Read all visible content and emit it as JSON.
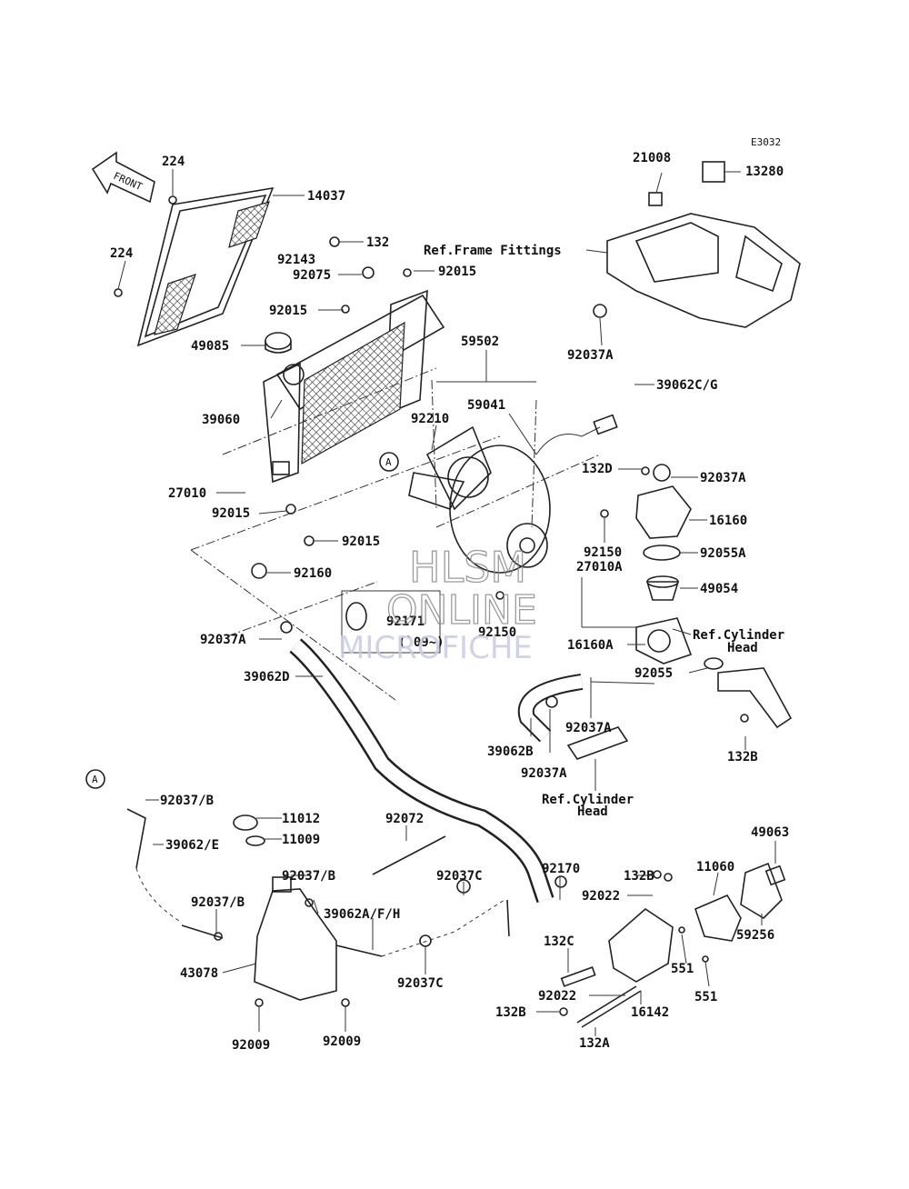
{
  "diagram_code": "E3032",
  "front_indicator": "FRONT",
  "watermark": {
    "line1": "HLSM",
    "line2": "ONLINE",
    "line3": "MICROFICHE"
  },
  "circle_ref": "A",
  "labels": {
    "p224a": "224",
    "p224b": "224",
    "p14037": "14037",
    "p132": "132",
    "p92143": "92143",
    "p92075": "92075",
    "p92015a": "92015",
    "p92015b": "92015",
    "p92015c": "92015",
    "p92015d": "92015",
    "p49085": "49085",
    "p39060": "39060",
    "p27010": "27010",
    "p92160": "92160",
    "p92171": "92171",
    "p92171_note": "(`09~)",
    "p92037A_1": "92037A",
    "p39062D": "39062D",
    "p59502": "59502",
    "p59041": "59041",
    "p92210": "92210",
    "p92150a": "92150",
    "p92150b": "92150",
    "p27010A": "27010A",
    "p21008": "21008",
    "p13280": "13280",
    "ref_frame": "Ref.Frame Fittings",
    "p92037A_2": "92037A",
    "p39062CG": "39062C/G",
    "p132D": "132D",
    "p92037A_3": "92037A",
    "p16160": "16160",
    "p92055A": "92055A",
    "p49054": "49054",
    "ref_cyl1a": "Ref.Cylinder",
    "ref_cyl1b": "Head",
    "p16160A": "16160A",
    "p92055": "92055",
    "p39062B": "39062B",
    "p92037A_4": "92037A",
    "p92037A_5": "92037A",
    "p132B_1": "132B",
    "ref_cyl2a": "Ref.Cylinder",
    "ref_cyl2b": "Head",
    "p92037B_1": "92037/B",
    "p39062E": "39062/E",
    "p11012": "11012",
    "p11009": "11009",
    "p92072": "92072",
    "p92037B_2": "92037/B",
    "p92037C_1": "92037C",
    "p92037B_3": "92037/B",
    "p39062AFH": "39062A/F/H",
    "p43078": "43078",
    "p92037C_2": "92037C",
    "p92009a": "92009",
    "p92009b": "92009",
    "p92170": "92170",
    "p132B_2": "132B",
    "p92022a": "92022",
    "p11060": "11060",
    "p49063": "49063",
    "p59256": "59256",
    "p132C": "132C",
    "p551a": "551",
    "p551b": "551",
    "p92022b": "92022",
    "p132B_3": "132B",
    "p16142": "16142",
    "p132A": "132A"
  }
}
